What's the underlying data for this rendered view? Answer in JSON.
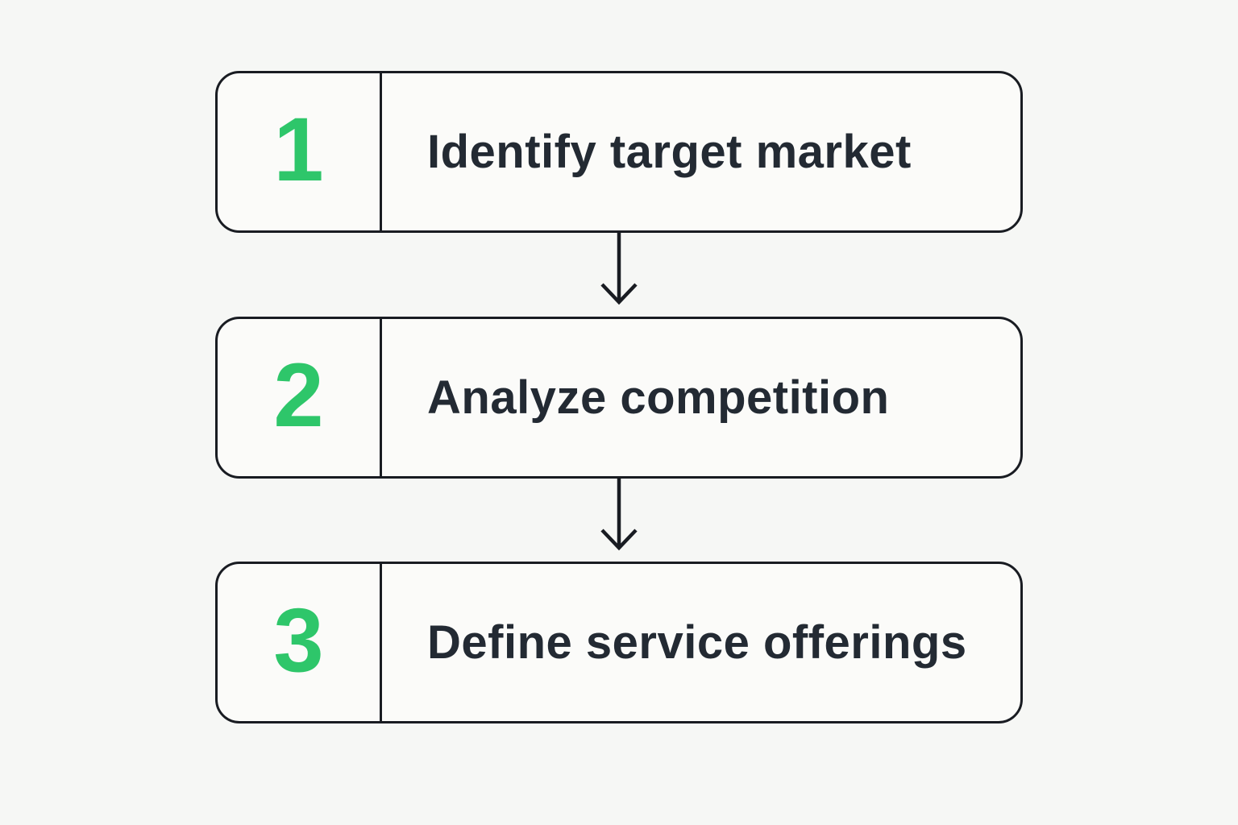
{
  "theme": {
    "background": "#F6F7F5",
    "box_fill": "#FBFBF9",
    "border": "#191C22",
    "text": "#232A33",
    "accent_green": "#2EC66A",
    "arrow": "#191C22"
  },
  "diagram": {
    "type": "vertical-step-flow",
    "steps": [
      {
        "number": "1",
        "label": "Identify target market"
      },
      {
        "number": "2",
        "label": "Analyze competition"
      },
      {
        "number": "3",
        "label": "Define service offerings"
      }
    ]
  }
}
